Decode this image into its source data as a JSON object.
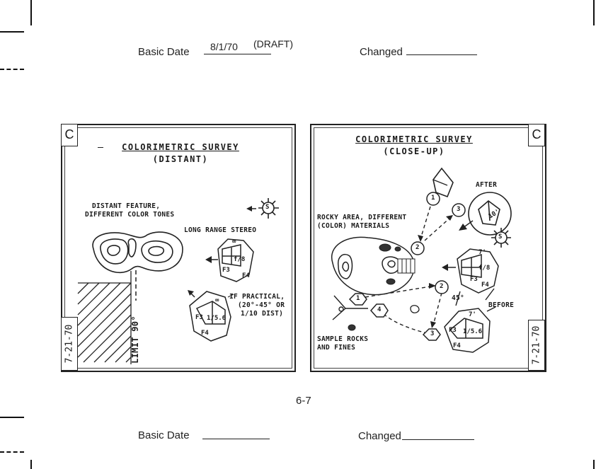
{
  "header": {
    "basic_date_label": "Basic Date",
    "basic_date_value": "8/1/70",
    "draft_note": "(DRAFT)",
    "changed_label": "Changed"
  },
  "footer": {
    "page_number": "6-7",
    "basic_date_label": "Basic Date",
    "changed_label": "Changed"
  },
  "left_card": {
    "tab": "C",
    "date": "7-21-70",
    "title_line1": "COLORIMETRIC SURVEY",
    "title_line2": "(DISTANT)",
    "feature_label_line1": "DISTANT FEATURE,",
    "feature_label_line2": "DIFFERENT COLOR TONES",
    "long_range_label": "LONG RANGE STEREO",
    "practical_line1": "IF PRACTICAL,",
    "practical_line2": "(20°-45° OR",
    "practical_line3": "1/10 DIST)",
    "limit_label": "LIMIT 90°",
    "sun_label": "S",
    "camera_upper": {
      "focus": "f/8",
      "setting_a": "F3",
      "setting_b": "F4",
      "distance": "∞"
    },
    "camera_lower": {
      "focus": "1/5.6",
      "setting_a": "F3",
      "setting_b": "F4",
      "distance": "∞"
    }
  },
  "right_card": {
    "tab": "C",
    "date": "7-21-70",
    "title_line1": "COLORIMETRIC SURVEY",
    "title_line2": "(CLOSE-UP)",
    "rocky_line1": "ROCKY AREA, DIFFERENT",
    "rocky_line2": "(COLOR) MATERIALS",
    "after_label": "AFTER",
    "before_label": "BEFORE",
    "angle_label": "45°",
    "sample_line1": "SAMPLE ROCKS",
    "sample_line2": "AND FINES",
    "sun_label": "S",
    "positions": [
      "1",
      "2",
      "3",
      "4"
    ],
    "after_distance": "10'",
    "camera_upper": {
      "focus": "f/8",
      "setting_a": "F3",
      "setting_b": "F4",
      "distance": "7'"
    },
    "camera_lower": {
      "focus": "1/5.6",
      "setting_a": "F3",
      "setting_b": "F4",
      "distance": "7'"
    }
  }
}
